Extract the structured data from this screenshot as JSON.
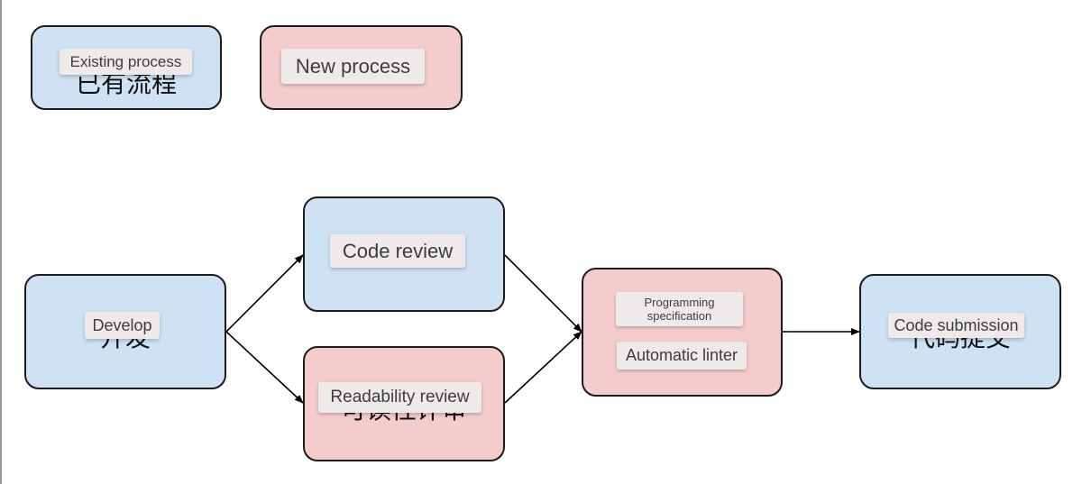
{
  "legend": {
    "existing": {
      "label": "Existing process",
      "underlying": "已有流程"
    },
    "new": {
      "label": "New process"
    }
  },
  "nodes": {
    "develop": {
      "label": "Develop",
      "underlying": "开发"
    },
    "code_review": {
      "label": "Code review"
    },
    "readability_review": {
      "label": "Readability review",
      "underlying": "可读性评审"
    },
    "programming_spec": {
      "label": "Programming specification"
    },
    "automatic_linter": {
      "label": "Automatic linter"
    },
    "code_submission": {
      "label": "Code submission",
      "underlying": "代码提交"
    }
  },
  "colors": {
    "existing_fill": "#cfe2f3",
    "new_fill": "#f4cccc",
    "border": "#1c1c1c",
    "arrow": "#000000"
  }
}
